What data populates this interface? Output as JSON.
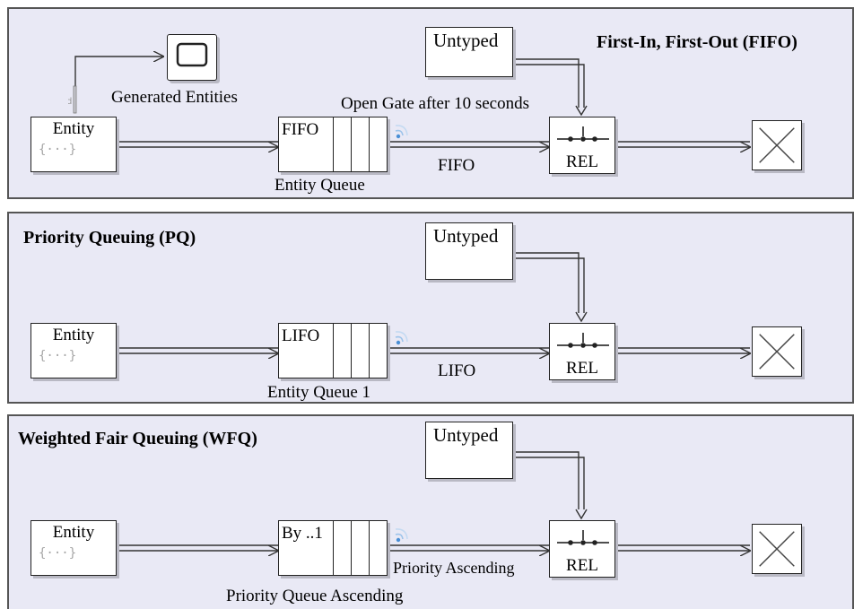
{
  "fifo": {
    "title": "First-In, First-Out (FIFO)",
    "scope_label": "Generated Entities",
    "entity_label": "Entity",
    "entity_icon": "{···}",
    "queue_type": "FIFO",
    "queue_name": "Entity Queue",
    "untyped_label": "Untyped",
    "gate_annotation": "Open Gate after 10 seconds",
    "line_label": "FIFO",
    "gate_label": "REL"
  },
  "pq": {
    "title": "Priority Queuing (PQ)",
    "entity_label": "Entity",
    "entity_icon": "{···}",
    "queue_type": "LIFO",
    "queue_name": "Entity Queue 1",
    "untyped_label": "Untyped",
    "line_label": "LIFO",
    "gate_label": "REL"
  },
  "wfq": {
    "title": "Weighted Fair Queuing (WFQ)",
    "entity_label": "Entity",
    "entity_icon": "{···}",
    "queue_type": "By ..1",
    "queue_name": "Priority Queue Ascending",
    "untyped_label": "Untyped",
    "line_label": "Priority Ascending",
    "gate_label": "REL"
  },
  "colors": {
    "panel_background": "#e9e9f5",
    "wire": "#333333",
    "signal_icon": "#4a8fd6"
  },
  "icons": [
    "scope-icon",
    "entity-generator-icon",
    "queue-icon",
    "signal-icon",
    "gate-icon",
    "terminator-icon"
  ]
}
